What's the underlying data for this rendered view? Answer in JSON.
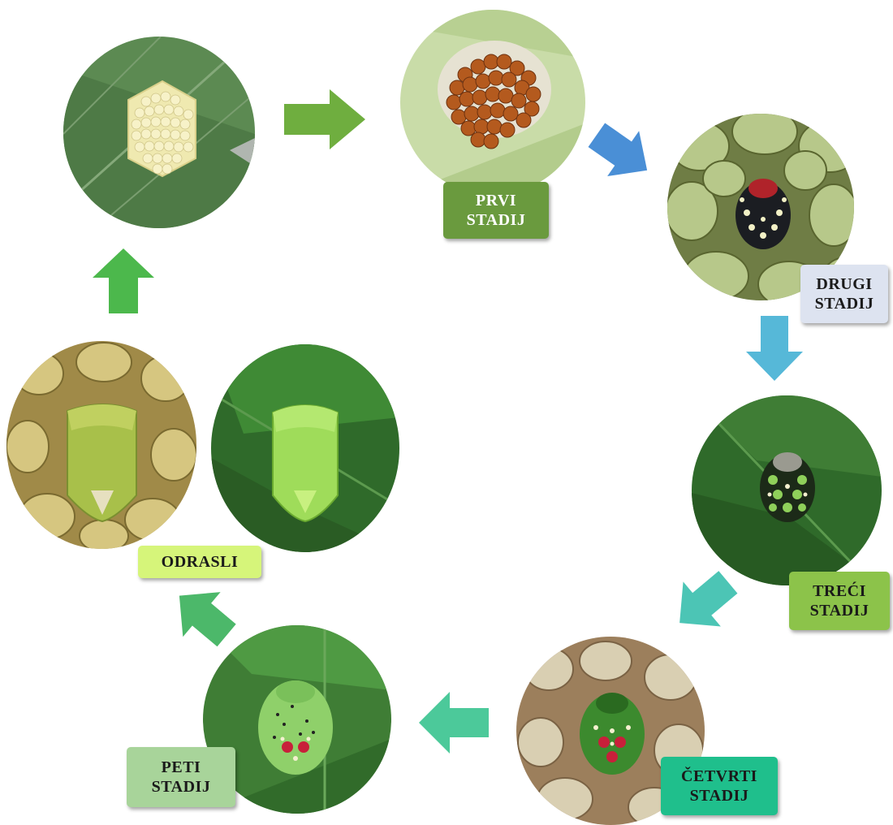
{
  "stages": [
    {
      "id": "eggs",
      "label": ""
    },
    {
      "id": "prvi",
      "label": "PRVI\nSTADIJ",
      "label_bg": "#6a9a3e",
      "label_text": "#ffffff"
    },
    {
      "id": "drugi",
      "label": "DRUGI\nSTADIJ",
      "label_bg": "#dde3f0",
      "label_text": "#1a1a1a"
    },
    {
      "id": "treci",
      "label": "TREĆI\nSTADIJ",
      "label_bg": "#8cc34a",
      "label_text": "#1a1a1a"
    },
    {
      "id": "cetvrti",
      "label": "ČETVRTI\nSTADIJ",
      "label_bg": "#1fbf8c",
      "label_text": "#1a1a1a"
    },
    {
      "id": "peti",
      "label": "PETI\nSTADIJ",
      "label_bg": "#a8d49a",
      "label_text": "#1a1a1a"
    },
    {
      "id": "odrasli",
      "label": "ODRASLI",
      "label_bg": "#d6f57a",
      "label_text": "#1a1a1a"
    }
  ],
  "arrow_colors": {
    "eggs_to_prvi": "#6fae3f",
    "prvi_to_drugi": "#4a8fd6",
    "drugi_to_treci": "#56b8d8",
    "treci_to_cetvrti": "#4cc5b5",
    "cetvrti_to_peti": "#4cc99a",
    "peti_to_odrasli": "#4cb86a",
    "odrasli_to_eggs": "#4cb84c"
  },
  "icons": {
    "eggs": "egg-cluster-photo",
    "prvi": "first-instar-nymphs-photo",
    "drugi": "second-instar-nymph-photo",
    "treci": "third-instar-nymph-photo",
    "cetvrti": "fourth-instar-nymph-photo",
    "peti": "fifth-instar-nymph-photo",
    "odrasli_1": "adult-bug-on-seeds-photo",
    "odrasli_2": "adult-bug-on-leaf-photo"
  }
}
